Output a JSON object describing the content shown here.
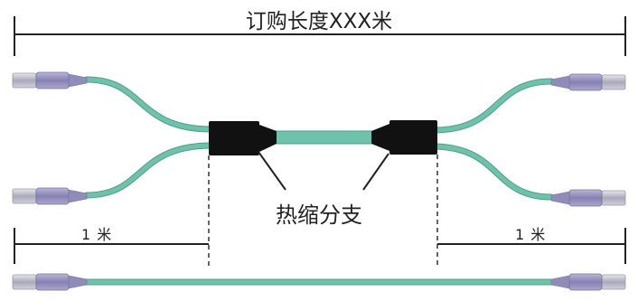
{
  "diagram": {
    "title": "订购长度XXX米",
    "heat_shrink_label": "热缩分支",
    "left_length_label": "1 米",
    "right_length_label": "1 米"
  },
  "colors": {
    "cable": "#6ec2ab",
    "cable_edge": "#4e9f88",
    "sleeve": "#111111",
    "line": "#222222"
  }
}
